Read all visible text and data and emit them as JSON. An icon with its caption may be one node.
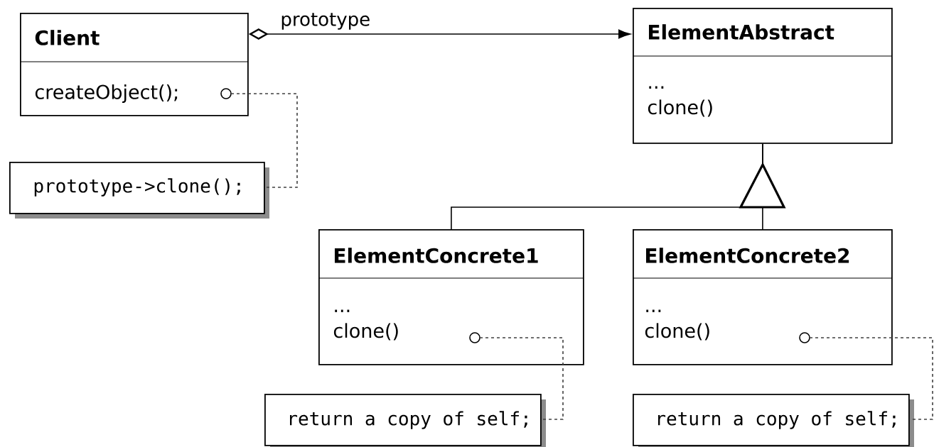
{
  "diagram": {
    "nodes": [
      {
        "text": [
          "Client",
          "createObject();"
        ]
      },
      {
        "text": [
          "prototype->clone();"
        ]
      },
      {
        "text": [
          "ElementAbstract",
          "... clone()"
        ]
      },
      {
        "text": [
          "ElementConcrete1",
          "... clone()"
        ]
      },
      {
        "text": [
          "ElementConcrete2",
          "... clone()"
        ]
      },
      {
        "text": [
          "return a copy of self;"
        ]
      },
      {
        "text": [
          "return a copy of self;"
        ]
      }
    ],
    "edges": [
      {
        "from": 0,
        "to": 2,
        "arrow": "to",
        "label": "prototype"
      },
      {
        "from": 3,
        "to": 2,
        "arrow": "to"
      },
      {
        "from": 4,
        "to": 2,
        "arrow": "to"
      },
      {
        "from": 0,
        "to": 1,
        "arrow": "other",
        "style": "dashed"
      },
      {
        "from": 3,
        "to": 5,
        "arrow": "other",
        "style": "dashed"
      },
      {
        "from": 4,
        "to": 6,
        "arrow": "other",
        "style": "dashed"
      }
    ]
  }
}
